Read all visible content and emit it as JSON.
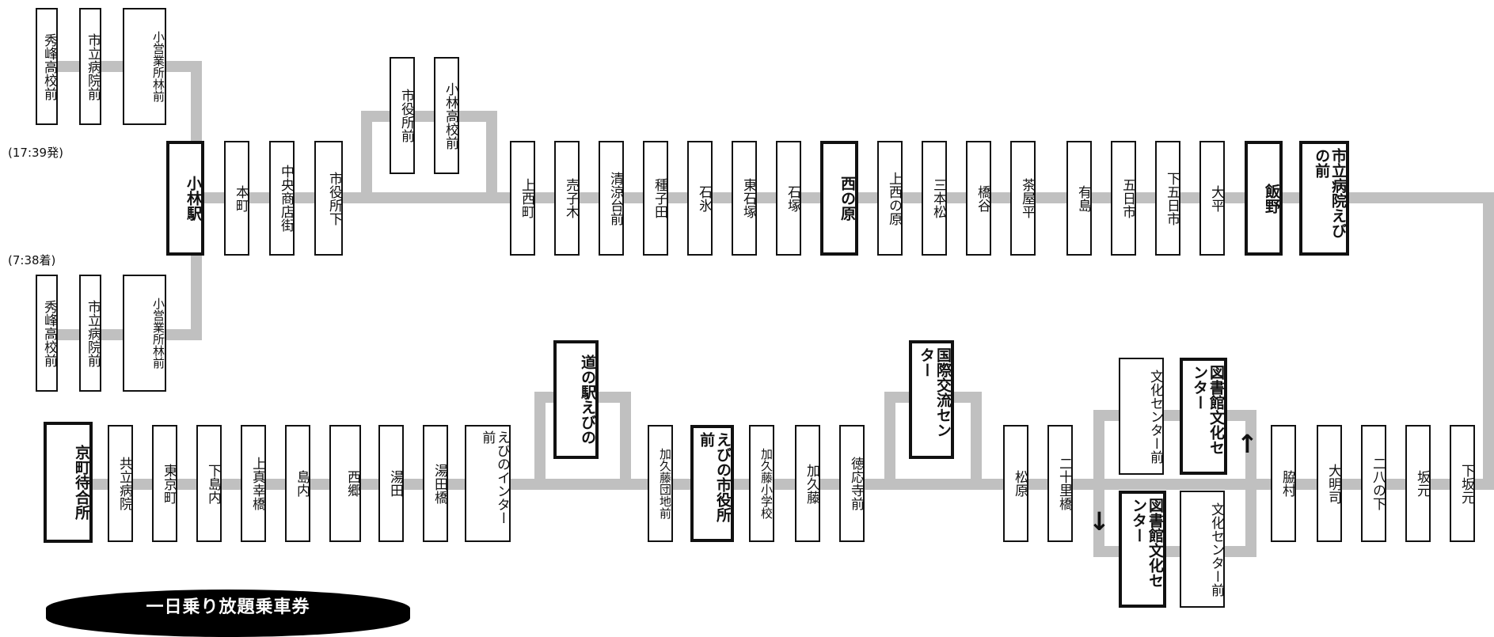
{
  "route": {
    "line_color": "#c0c0c0",
    "stops": [
      {
        "name": "秀峰高校前",
        "major": false
      },
      {
        "name": "市立病院前",
        "major": false
      },
      {
        "name": "小営業所林前",
        "major": false
      },
      {
        "name": "小林駅",
        "major": true
      },
      {
        "name": "本町",
        "major": false
      },
      {
        "name": "中央商店街",
        "major": false
      },
      {
        "name": "市役所下",
        "major": false
      },
      {
        "name": "市役所前",
        "major": false
      },
      {
        "name": "小林高校前",
        "major": false
      },
      {
        "name": "上西町",
        "major": false
      },
      {
        "name": "売子木",
        "major": false
      },
      {
        "name": "清涼台前",
        "major": false
      },
      {
        "name": "種子田",
        "major": false
      },
      {
        "name": "石氷",
        "major": false
      },
      {
        "name": "東石塚",
        "major": false
      },
      {
        "name": "石塚",
        "major": false
      },
      {
        "name": "西の原",
        "major": true
      },
      {
        "name": "上西の原",
        "major": false
      },
      {
        "name": "三本松",
        "major": false
      },
      {
        "name": "橋谷",
        "major": false
      },
      {
        "name": "茶屋平",
        "major": false
      },
      {
        "name": "有島",
        "major": false
      },
      {
        "name": "五日市",
        "major": false
      },
      {
        "name": "下五日市",
        "major": false
      },
      {
        "name": "大平",
        "major": false
      },
      {
        "name": "飯野",
        "major": true
      },
      {
        "name": "市立病院えびの前",
        "major": true
      },
      {
        "name": "秀峰高校前",
        "major": false
      },
      {
        "name": "市立病院前",
        "major": false
      },
      {
        "name": "小営業所林前",
        "major": false
      },
      {
        "name": "京町待合所",
        "major": true
      },
      {
        "name": "共立病院",
        "major": false
      },
      {
        "name": "東京町",
        "major": false
      },
      {
        "name": "下島内",
        "major": false
      },
      {
        "name": "上真幸橋",
        "major": false
      },
      {
        "name": "島内",
        "major": false
      },
      {
        "name": "西郷",
        "major": false
      },
      {
        "name": "湯田",
        "major": false
      },
      {
        "name": "湯田橋",
        "major": false
      },
      {
        "name": "えびのインター前",
        "major": false
      },
      {
        "name": "道の駅えびの",
        "major": true
      },
      {
        "name": "加久藤団地前",
        "major": false
      },
      {
        "name": "えびの市役所前",
        "major": true
      },
      {
        "name": "加久藤小学校",
        "major": false
      },
      {
        "name": "加久藤",
        "major": false
      },
      {
        "name": "徳応寺前",
        "major": false
      },
      {
        "name": "国際交流センター",
        "major": true
      },
      {
        "name": "松原",
        "major": false
      },
      {
        "name": "二十里橋",
        "major": false
      },
      {
        "name": "文化センター前",
        "major": false
      },
      {
        "name": "図書館文化センター",
        "major": true
      },
      {
        "name": "図書館文化センター",
        "major": true
      },
      {
        "name": "文化センター前",
        "major": false
      },
      {
        "name": "脇村",
        "major": false
      },
      {
        "name": "大明司",
        "major": false
      },
      {
        "name": "二八の下",
        "major": false
      },
      {
        "name": "坂元",
        "major": false
      },
      {
        "name": "下坂元",
        "major": false
      }
    ]
  },
  "times": {
    "depart": "(17:39発)",
    "arrive": "(7:38着)"
  },
  "arrows": {
    "up": "↑",
    "down": "↓"
  },
  "banner": "一日乗り放題乗車券"
}
